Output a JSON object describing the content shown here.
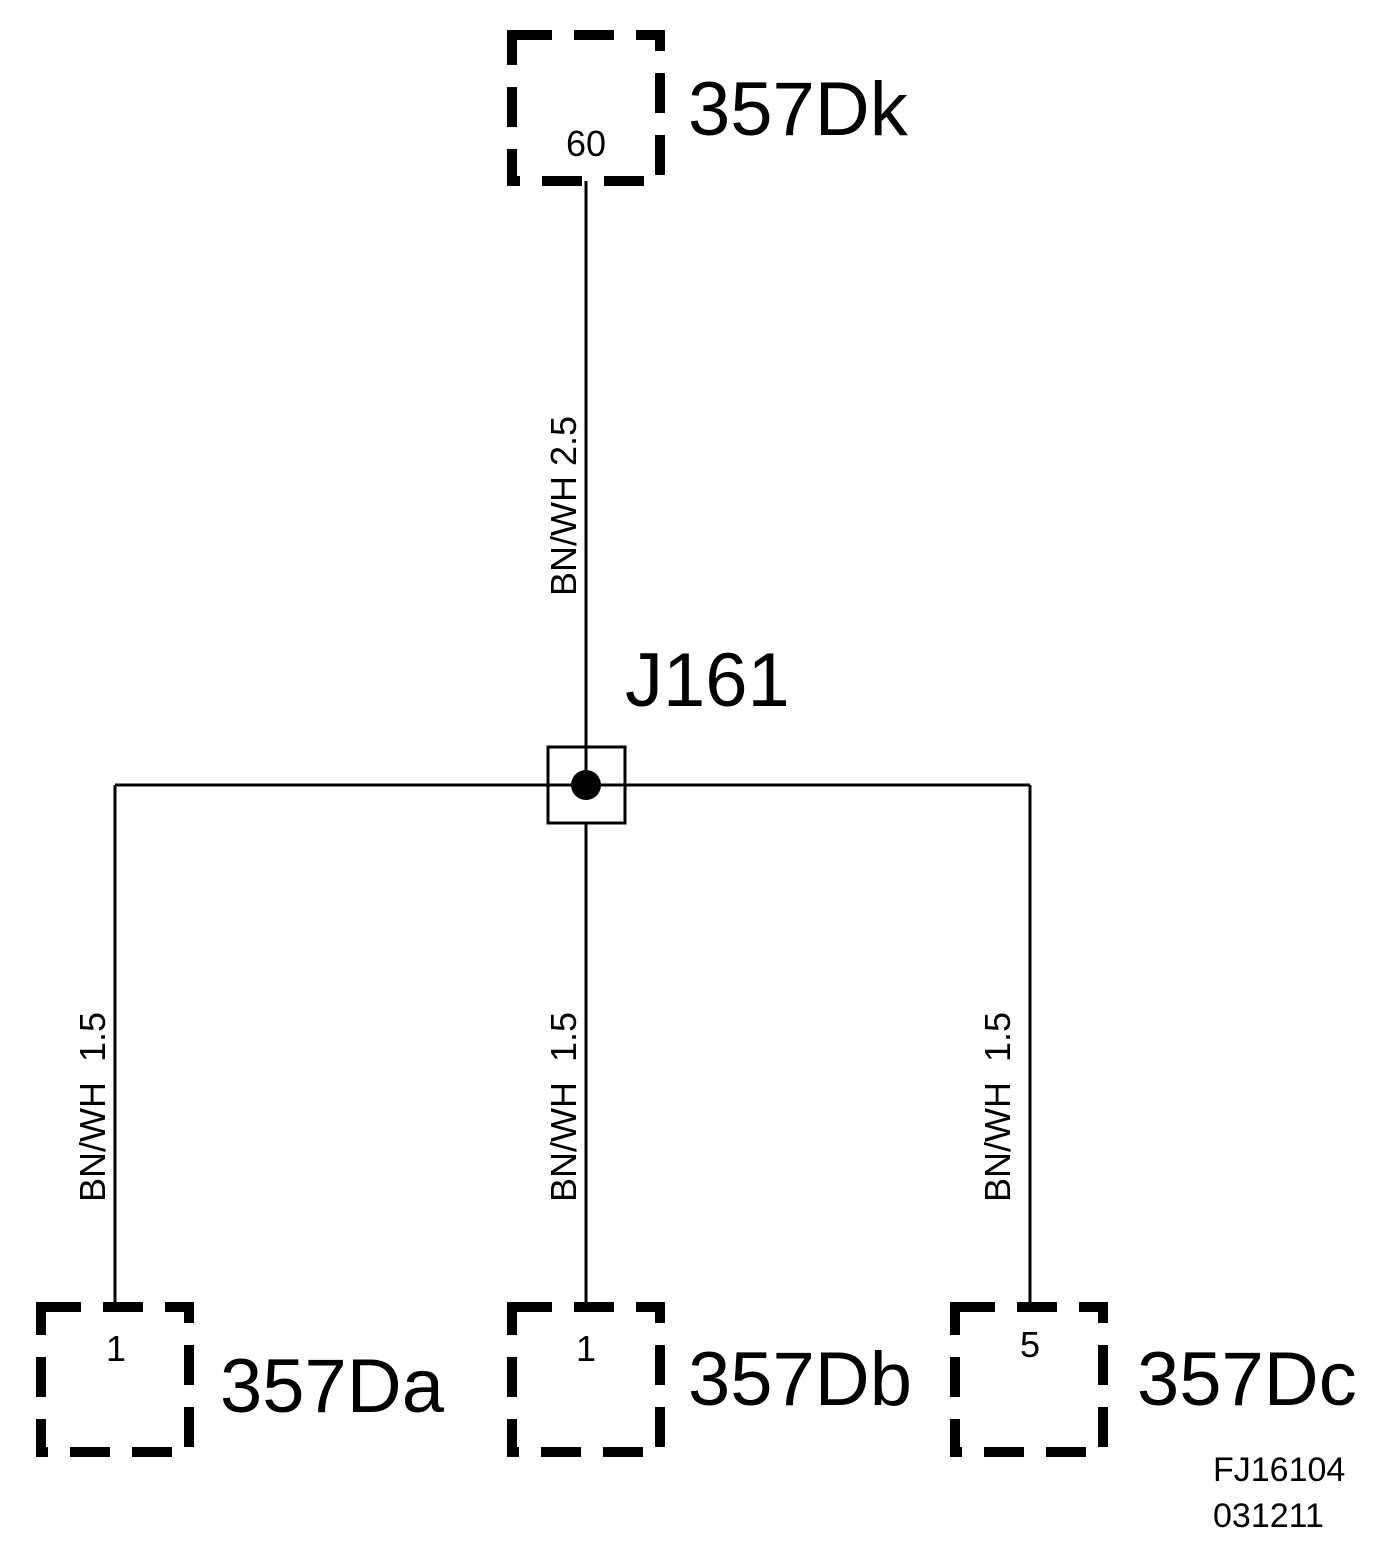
{
  "connectors": {
    "top": {
      "name": "357Dk",
      "pin": "60"
    },
    "left": {
      "name": "357Da",
      "pin": "1"
    },
    "middle": {
      "name": "357Db",
      "pin": "1"
    },
    "right": {
      "name": "357Dc",
      "pin": "5"
    }
  },
  "splice": {
    "name": "J161"
  },
  "wires": {
    "top": "BN/WH 2.5",
    "left": "BN/WH 1.5",
    "middle": "BN/WH 1.5",
    "right": "BN/WH 1.5"
  },
  "reference": {
    "code": "FJ16104",
    "date": "031211"
  },
  "colors": {
    "line": "#000000",
    "background": "#ffffff"
  }
}
